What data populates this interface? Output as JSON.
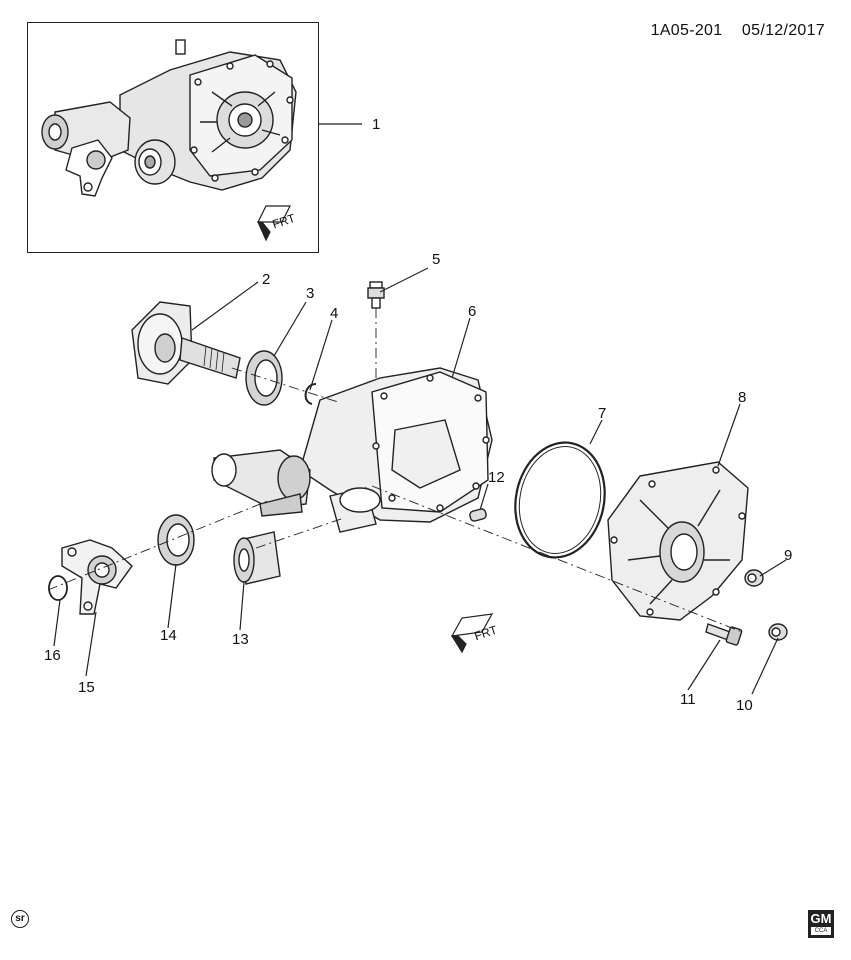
{
  "header": {
    "code": "1A05-201",
    "date": "05/12/2017"
  },
  "direction_label": "FRT",
  "callouts": [
    "1",
    "2",
    "3",
    "4",
    "5",
    "6",
    "7",
    "8",
    "9",
    "10",
    "11",
    "12",
    "13",
    "14",
    "15",
    "16"
  ],
  "footer": {
    "badge": "sr",
    "logo": "GM",
    "logo_sub": "CCA"
  },
  "colors": {
    "line": "#222222",
    "fill": "#ffffff",
    "shade": "#cfcfcf",
    "dark": "#777777"
  }
}
